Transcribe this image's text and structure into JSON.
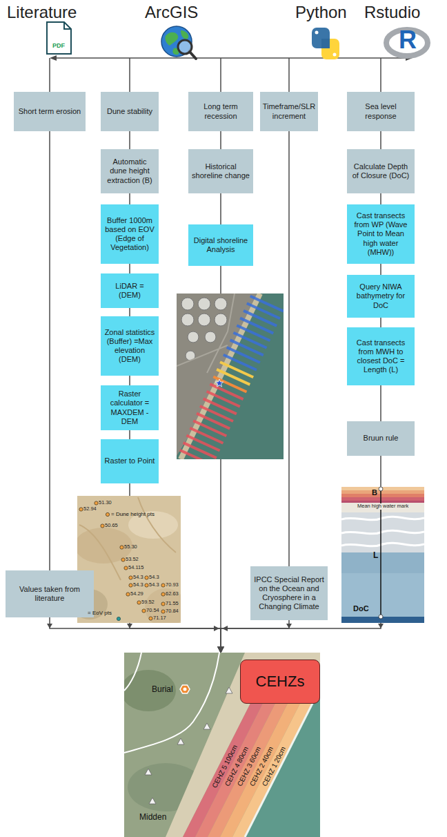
{
  "diagram": {
    "nodes": [
      {
        "text": [
          "Short term erosion"
        ]
      },
      {
        "text": [
          "Dune stability"
        ]
      },
      {
        "text": [
          "Long term recession"
        ]
      },
      {
        "text": [
          "Timeframe/SLR increment"
        ]
      },
      {
        "text": [
          "Sea level response"
        ]
      },
      {
        "text": [
          "Automatic dune height extraction (B)"
        ]
      },
      {
        "text": [
          "Historical shoreline change"
        ]
      },
      {
        "text": [
          "Calculate Depth of Closure (DoC)"
        ]
      },
      {
        "text": [
          "Buffer 1000m based on EOV (Edge of Vegetation)"
        ]
      },
      {
        "text": [
          "Cast transects from WP (Wave Point to Mean high water (MHW))"
        ]
      },
      {
        "text": [
          "Digital shoreline Analysis"
        ]
      },
      {
        "text": [
          "LiDAR = (DEM)"
        ]
      },
      {
        "text": [
          "Query NIWA bathymetry for DoC"
        ]
      },
      {
        "text": [
          "Zonal statistics (Buffer) =Max elevation (DEM)"
        ]
      },
      {
        "text": [
          "Cast transects from MWH to closest DoC = Length (L)"
        ]
      },
      {
        "text": [
          "Raster calculator = MAXDEM - DEM"
        ]
      },
      {
        "text": [
          "Raster to Point"
        ]
      },
      {
        "text": [
          "Bruun rule"
        ]
      },
      {
        "text": [
          "Values taken from literature"
        ]
      },
      {
        "text": [
          "IPCC Special Report on the Ocean and Cryosphere in a Changing Climate"
        ]
      },
      {
        "text": [
          "Burial",
          "Midden",
          "CEHZ 5 100cm",
          "CEHZ 4 80cm",
          "CEHZ 3 60cm",
          "CEHZ 2 40cm",
          "CEHZ 1 20cm"
        ]
      },
      {
        "text": [
          "CEHZs"
        ],
        "in": 20
      }
    ],
    "edges": [
      {
        "from": 0,
        "to": 18,
        "arrow": "none"
      },
      {
        "from": 1,
        "to": 5,
        "arrow": "none"
      },
      {
        "from": 5,
        "to": 8,
        "arrow": "none"
      },
      {
        "from": 8,
        "to": 11,
        "arrow": "none"
      },
      {
        "from": 11,
        "to": 13,
        "arrow": "none"
      },
      {
        "from": 13,
        "to": 15,
        "arrow": "none"
      },
      {
        "from": 15,
        "to": 16,
        "arrow": "none"
      },
      {
        "from": 2,
        "to": 6,
        "arrow": "none"
      },
      {
        "from": 6,
        "to": 10,
        "arrow": "none"
      },
      {
        "from": 3,
        "to": 19,
        "arrow": "none"
      },
      {
        "from": 4,
        "to": 7,
        "arrow": "none"
      },
      {
        "from": 7,
        "to": 9,
        "arrow": "none"
      },
      {
        "from": 9,
        "to": 12,
        "arrow": "none"
      },
      {
        "from": 12,
        "to": 14,
        "arrow": "none"
      },
      {
        "from": 14,
        "to": 17,
        "arrow": "none"
      },
      {
        "from": 18,
        "to": 20,
        "arrow": "to"
      },
      {
        "from": 16,
        "to": 20,
        "arrow": "to"
      },
      {
        "from": 10,
        "to": 20,
        "arrow": "to"
      },
      {
        "from": 19,
        "to": 20,
        "arrow": "to"
      },
      {
        "from": 17,
        "to": 20,
        "arrow": "to"
      }
    ],
    "labels": [
      "Literature",
      "PDF",
      "ArcGIS",
      "Python",
      "Rstudio",
      "R",
      "= Dune height pts",
      "51.30",
      "52.94",
      "50.65",
      "55.30",
      "53.52",
      "54.115",
      "54.3",
      "54.3",
      "54.3",
      "54.3",
      "54.29",
      "59.52",
      "62.63",
      "70.93",
      "71.55",
      "70.54",
      "70.84",
      "71.17",
      "= EoV pts",
      "B",
      "Mean high water mark",
      "L",
      "DoC"
    ]
  }
}
